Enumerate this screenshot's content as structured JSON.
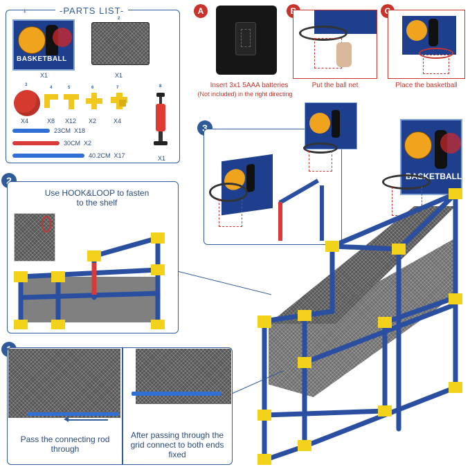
{
  "parts": {
    "title": "-PARTS LIST-",
    "board_text": "BASKETBALL",
    "net_qty": "X1",
    "board_qty": "X1",
    "items": [
      {
        "num": "3",
        "qty": "X4"
      },
      {
        "num": "4",
        "qty": "X8"
      },
      {
        "num": "5",
        "qty": "X12"
      },
      {
        "num": "6",
        "qty": "X2"
      },
      {
        "num": "7",
        "qty": "X4"
      },
      {
        "num": "8",
        "qty": "X1"
      }
    ],
    "rods": [
      {
        "length": "23CM",
        "qty": "X18",
        "color": "#2f6fd6"
      },
      {
        "length": "30CM",
        "qty": "X2",
        "color": "#d83a3a"
      },
      {
        "length": "40.2CM",
        "qty": "X17",
        "color": "#2f6fd6"
      }
    ]
  },
  "steps": {
    "a": {
      "badge": "A",
      "caption": "Insert 3x1 5AAA batteries",
      "note": "(Not included) in the right directing"
    },
    "b": {
      "badge": "B",
      "caption": "Put the ball net"
    },
    "c": {
      "badge": "C",
      "caption": "Place the basketball"
    },
    "s1": {
      "badge": "1",
      "left_caption": "Pass the connecting rod through",
      "right_caption": "After passing through the grid connect to both ends fixed"
    },
    "s2": {
      "badge": "2",
      "caption": "Use HOOK&LOOP to fasten to the shelf"
    },
    "s3": {
      "badge": "3"
    }
  },
  "colors": {
    "frame": "#2a4fa0",
    "joint": "#f2d21b",
    "accent": "#c8342c",
    "border": "#2f5b9a"
  }
}
